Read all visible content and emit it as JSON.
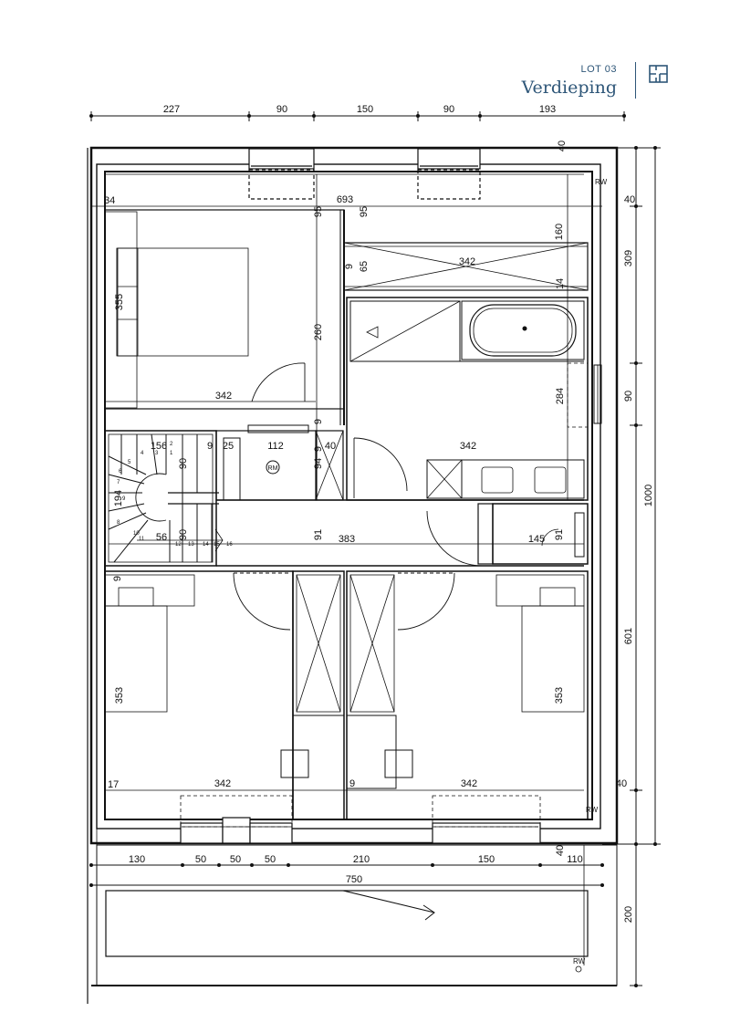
{
  "header": {
    "lot_label": "LOT 03",
    "title": "Verdieping",
    "icon": "floor-plan-icon",
    "accent_color": "#2e5678"
  },
  "plan": {
    "top_dims": [
      "227",
      "90",
      "150",
      "90",
      "193"
    ],
    "bottom_dims": [
      "130",
      "50",
      "50",
      "50",
      "210",
      "150",
      "110"
    ],
    "total_width": "750",
    "right_dims": [
      "309",
      "90",
      "1000",
      "601",
      "200"
    ],
    "right_small": [
      "40",
      "40",
      "40",
      "40"
    ],
    "rw_label": "RW",
    "rm_label": "RM",
    "labels": {
      "top_34": "34",
      "w_693": "693",
      "d95a": "95",
      "d95b": "95",
      "d160": "160",
      "d9a": "9",
      "d65": "65",
      "w342_wardrobe": "342",
      "d14": "14",
      "d355": "355",
      "d260": "260",
      "w342_master": "342",
      "d284": "284",
      "d9b": "9",
      "w156": "156",
      "d9c": "9",
      "d25": "25",
      "w112": "112",
      "d9d": "9",
      "d40": "40",
      "w342_bath": "342",
      "d90_stair": "90",
      "d94": "94",
      "d194": "194",
      "d56": "56",
      "d90b": "90",
      "d91a": "91",
      "w383": "383",
      "w145": "145",
      "d91b": "91",
      "d9e": "9",
      "d353a": "353",
      "d353b": "353",
      "d17": "17",
      "w342_bed2": "342",
      "d9f": "9",
      "w342_bed3": "342"
    },
    "stair_numbers": [
      "1",
      "2",
      "3",
      "4",
      "5",
      "6",
      "7",
      "8",
      "9",
      "10",
      "11",
      "12",
      "13",
      "14",
      "15",
      "16"
    ]
  }
}
